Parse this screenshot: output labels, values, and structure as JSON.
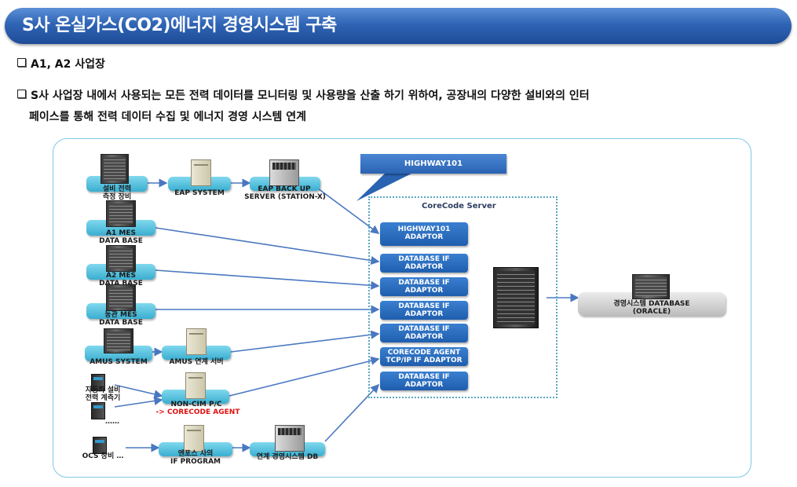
{
  "title": "S사 온실가스(CO2)에너지 경영시스템 구축",
  "bullets": {
    "sites": "A1, A2 사업장",
    "description_line1": "S사 사업장 내에서 사용되는 모든 전력 데이터를 모니터링 및 사용량을 산출 하기 위하여, 공장내의 다양한 설비와의 인터",
    "description_line2": "페이스를 통해 전력 데이터 수집 및 에너지 경영 시스템 연계"
  },
  "diagram": {
    "callout": "HIGHWAY101",
    "server_title": "CoreCode Server",
    "sources": {
      "equipment_meter": [
        "설비 전력",
        "측정 장비"
      ],
      "eap_system": "EAP SYSTEM",
      "eap_backup": [
        "EAP BACK UP",
        "SERVER (STATION-X)"
      ],
      "a1_mes": [
        "A1 MES",
        "DATA BASE"
      ],
      "a2_mes": [
        "A2 MES",
        "DATA BASE"
      ],
      "donggwan_mes": [
        "동관 MES",
        "DATA BASE"
      ],
      "amus_system": "AMUS SYSTEM",
      "amus_link_server": "AMUS 연계 서버",
      "auto_meter": [
        "자동화 설비",
        "전력 계측기"
      ],
      "auto_meter_more": "……",
      "non_cim": "NON-CIM P/C",
      "corecode_agent_note": "-> CORECODE AGENT",
      "ocs": "OCS 장비 …",
      "enforce_if": [
        "엔포스 사의",
        "IF PROGRAM"
      ],
      "link_ems_db": "연계 경영시스템 DB"
    },
    "adaptors": [
      [
        "HIGHWAY101",
        "ADAPTOR"
      ],
      [
        "DATABASE IF",
        "ADAPTOR"
      ],
      [
        "DATABASE IF",
        "ADAPTOR"
      ],
      [
        "DATABASE IF",
        "ADAPTOR"
      ],
      [
        "DATABASE IF",
        "ADAPTOR"
      ],
      [
        "CORECODE AGENT",
        "TCP/IP IF ADAPTOR"
      ],
      [
        "DATABASE IF",
        "ADAPTOR"
      ]
    ],
    "target_db": [
      "경영시스템 DATABASE",
      "(ORACLE)"
    ]
  }
}
